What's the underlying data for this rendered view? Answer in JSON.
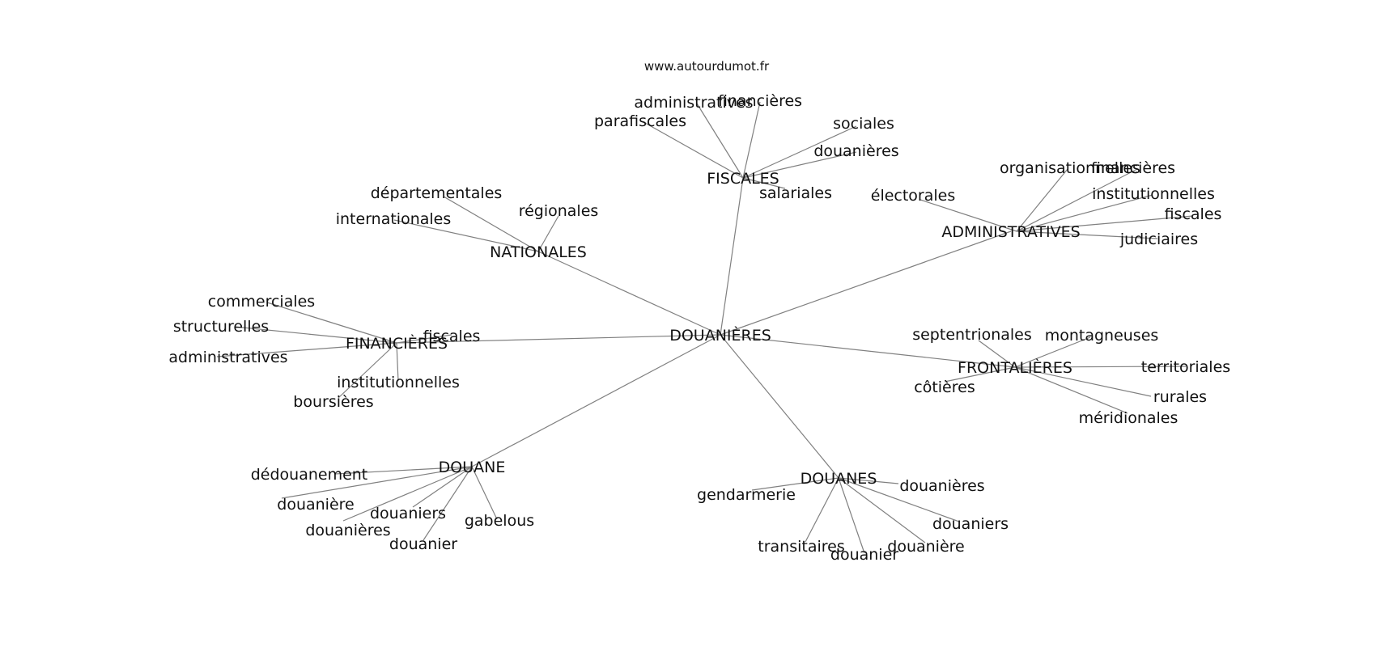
{
  "source": "www.autourdumot.fr",
  "center": "DOUANIÈRES",
  "groups": [
    {
      "label": "FISCALES",
      "words": [
        "administratives",
        "financières",
        "parafiscales",
        "sociales",
        "douanières",
        "salariales"
      ]
    },
    {
      "label": "ADMINISTRATIVES",
      "words": [
        "organisationnelles",
        "financières",
        "institutionnelles",
        "électorales",
        "fiscales",
        "judiciaires"
      ]
    },
    {
      "label": "NATIONALES",
      "words": [
        "départementales",
        "régionales",
        "internationales"
      ]
    },
    {
      "label": "FINANCIÈRES",
      "words": [
        "commerciales",
        "structurelles",
        "fiscales",
        "administratives",
        "institutionnelles",
        "boursières"
      ]
    },
    {
      "label": "FRONTALIÈRES",
      "words": [
        "septentrionales",
        "montagneuses",
        "territoriales",
        "côtières",
        "rurales",
        "méridionales"
      ]
    },
    {
      "label": "DOUANE",
      "words": [
        "dédouanement",
        "douanière",
        "douaniers",
        "douanières",
        "gabelous",
        "douanier"
      ]
    },
    {
      "label": "DOUANES",
      "words": [
        "douanières",
        "gendarmerie",
        "douaniers",
        "transitaires",
        "douanier",
        "douanière"
      ]
    }
  ]
}
